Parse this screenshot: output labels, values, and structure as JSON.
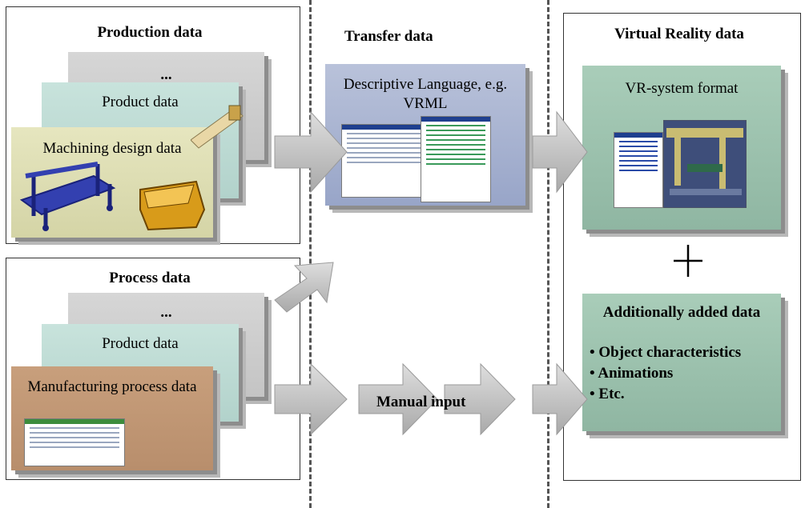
{
  "columns": {
    "production": {
      "title": "Production data",
      "stack": {
        "back": "...",
        "middle": "Product data",
        "front": "Machining design data"
      }
    },
    "process": {
      "title": "Process data",
      "stack": {
        "back": "...",
        "middle": "Product data",
        "front": "Manufacturing process data"
      }
    },
    "transfer": {
      "title": "Transfer data",
      "box_text": "Descriptive Language, e.g. VRML",
      "manual_input": "Manual input"
    },
    "vr": {
      "title": "Virtual Reality data",
      "format_box": "VR-system format",
      "plus": "+",
      "added_box": {
        "title": "Additionally added data",
        "items": [
          "• Object characteristics",
          "• Animations",
          "• Etc."
        ]
      }
    }
  },
  "colors": {
    "grey": "#c8c8c8",
    "teal": "#b6d6cf",
    "olive": "#dadab0",
    "brown": "#bd9373",
    "blue": "#a5b0cf",
    "green": "#98bfab",
    "arrow": "#c9c9c9"
  },
  "icons": [
    "arrow-right-icon",
    "arrow-up-right-icon",
    "plus-icon"
  ]
}
